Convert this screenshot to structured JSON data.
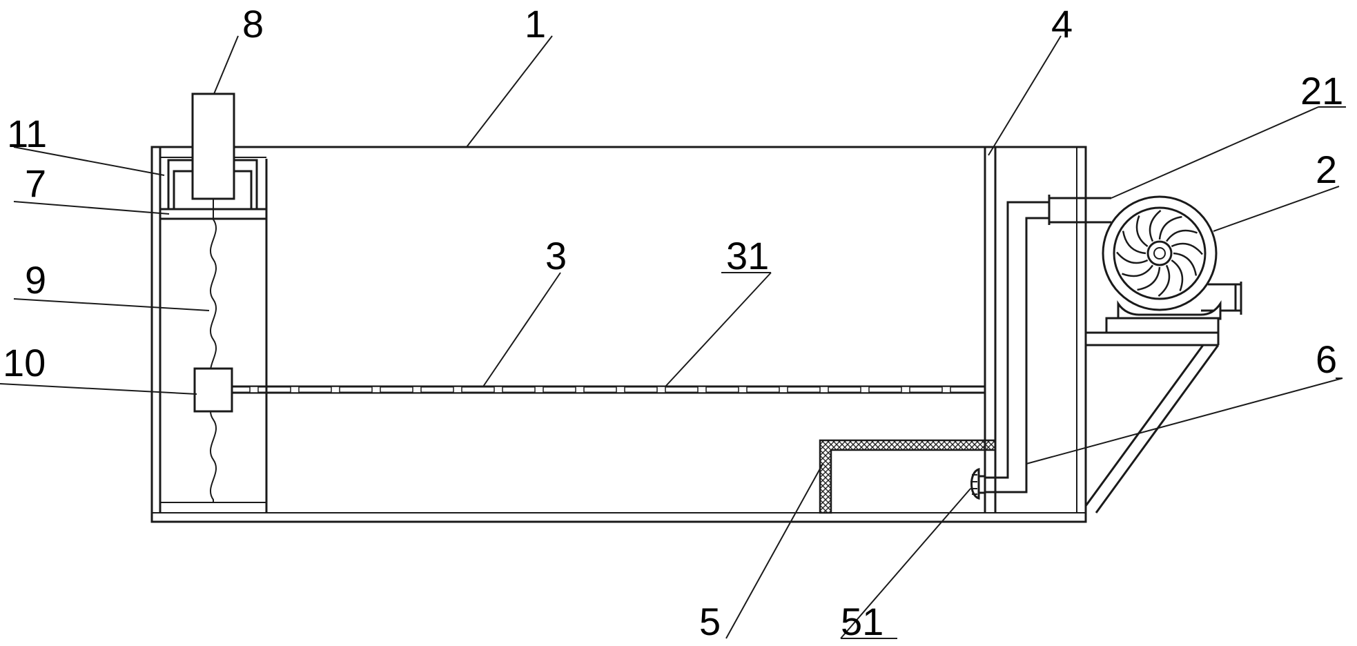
{
  "diagram": {
    "labels": {
      "housing": "1",
      "fan": "2",
      "fan_outlet_pipe": "21",
      "perforated_plate": "3",
      "plate_holes": "31",
      "partition": "4",
      "filter_box": "5",
      "nozzle": "51",
      "duct_pipe": "6",
      "support_plate": "7",
      "motor": "8",
      "lead_screw": "9",
      "slider": "10",
      "motor_bracket": "11"
    }
  }
}
